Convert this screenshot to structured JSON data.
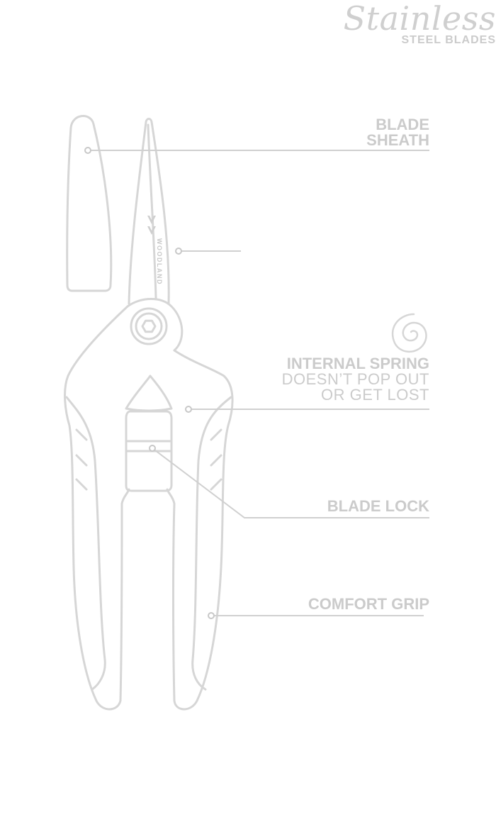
{
  "brand": {
    "name": "WOODLAND"
  },
  "callouts": {
    "blade_sheath": {
      "line1": "BLADE",
      "line2": "SHEATH"
    },
    "stainless": {
      "script": "Stainless",
      "sub": "STEEL BLADES"
    },
    "internal_spring": {
      "title": "INTERNAL SPRING",
      "line2": "DOESN’T POP OUT",
      "line3": "OR GET LOST"
    },
    "blade_lock": {
      "title": "BLADE LOCK"
    },
    "comfort_grip": {
      "title": "COMFORT GRIP"
    }
  },
  "icons": {
    "spring": "spiral-icon",
    "pivot": "hex-bolt-icon",
    "logo": "woodland-w-icon"
  },
  "colors": {
    "line": "#d6d6d6",
    "text": "#cbcbcb",
    "background": "#ffffff"
  }
}
